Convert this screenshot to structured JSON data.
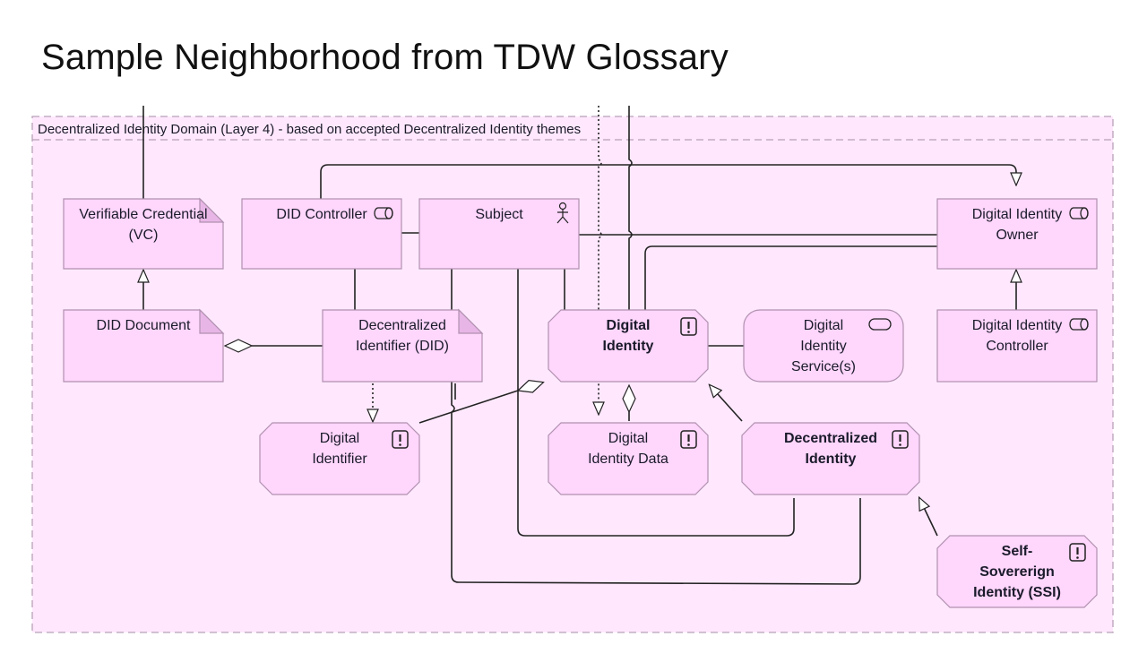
{
  "slide": {
    "title": "Sample Neighborhood from TDW Glossary"
  },
  "diagram": {
    "group_label": "Decentralized Identity Domain (Layer 4) - based on accepted Decentralized Identity themes",
    "colors": {
      "fill": "#ffd6fc",
      "group_fill": "#ffe8fd",
      "border": "#b090b0",
      "line": "#222222"
    },
    "nodes": [
      {
        "id": "vc",
        "lines": [
          "Verifiable Credential",
          "(VC)"
        ],
        "shape": "document",
        "icon": "none",
        "bold": false
      },
      {
        "id": "did-controller",
        "lines": [
          "DID Controller"
        ],
        "shape": "rect",
        "icon": "role-icon",
        "bold": false
      },
      {
        "id": "subject",
        "lines": [
          "Subject"
        ],
        "shape": "rect",
        "icon": "actor-icon",
        "bold": false
      },
      {
        "id": "dio",
        "lines": [
          "Digital Identity",
          "Owner"
        ],
        "shape": "rect",
        "icon": "role-icon",
        "bold": false
      },
      {
        "id": "did-document",
        "lines": [
          "DID Document"
        ],
        "shape": "document",
        "icon": "none",
        "bold": false
      },
      {
        "id": "did",
        "lines": [
          "Decentralized",
          "Identifier (DID)"
        ],
        "shape": "document",
        "icon": "none",
        "bold": false
      },
      {
        "id": "digital-identity",
        "lines": [
          "Digital",
          "Identity"
        ],
        "shape": "octagon",
        "icon": "exclamation-icon",
        "bold": true
      },
      {
        "id": "di-services",
        "lines": [
          "Digital",
          "Identity",
          "Service(s)"
        ],
        "shape": "rounded",
        "icon": "service-icon",
        "bold": false
      },
      {
        "id": "dic",
        "lines": [
          "Digital Identity",
          "Controller"
        ],
        "shape": "rect",
        "icon": "role-icon",
        "bold": false
      },
      {
        "id": "digital-identifier",
        "lines": [
          "Digital",
          "Identifier"
        ],
        "shape": "octagon",
        "icon": "exclamation-icon",
        "bold": false
      },
      {
        "id": "di-data",
        "lines": [
          "Digital",
          "Identity Data"
        ],
        "shape": "octagon",
        "icon": "exclamation-icon",
        "bold": false
      },
      {
        "id": "decentralized-identity",
        "lines": [
          "Decentralized",
          "Identity"
        ],
        "shape": "octagon",
        "icon": "exclamation-icon",
        "bold": true
      },
      {
        "id": "ssi",
        "lines": [
          "Self-",
          "Sovererign",
          "Identity (SSI)"
        ],
        "shape": "octagon",
        "icon": "exclamation-icon",
        "bold": true
      }
    ]
  }
}
